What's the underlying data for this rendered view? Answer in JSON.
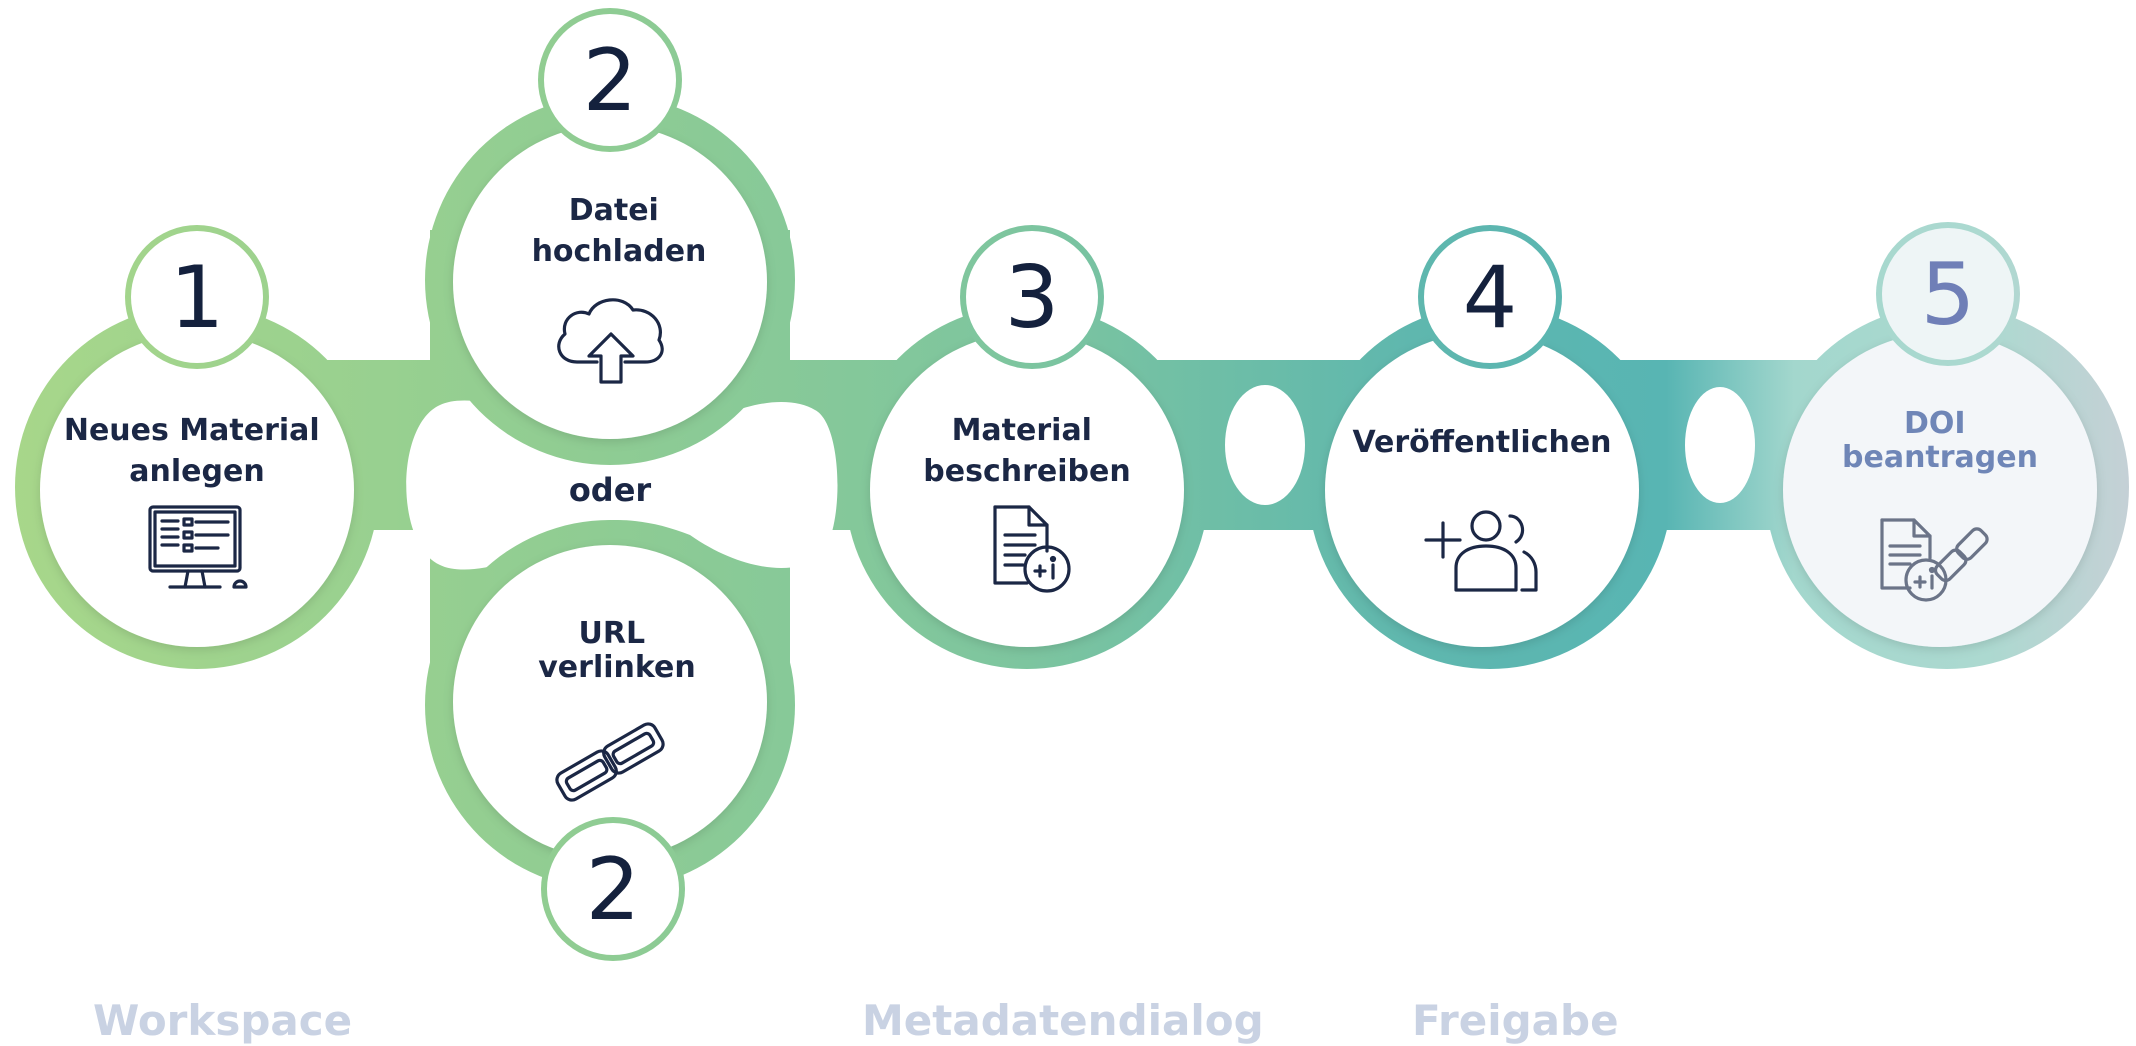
{
  "steps": [
    {
      "id": "s1",
      "number": "1",
      "title": [
        "Neues Material",
        "anlegen"
      ],
      "icon": "computer-screen-icon"
    },
    {
      "id": "s2a",
      "number": "2",
      "title": [
        "Datei",
        "hochladen"
      ],
      "icon": "cloud-upload-icon"
    },
    {
      "id": "s2b",
      "number": "2",
      "title": [
        "URL",
        "verlinken"
      ],
      "icon": "chain-link-icon"
    },
    {
      "id": "s3",
      "number": "3",
      "title": [
        "Material",
        "beschreiben"
      ],
      "icon": "document-info-icon"
    },
    {
      "id": "s4",
      "number": "4",
      "title": [
        "Veröffentlichen"
      ],
      "icon": "add-users-icon"
    },
    {
      "id": "s5",
      "number": "5",
      "title": [
        "DOI",
        "beantragen"
      ],
      "icon": "document-link-icon"
    }
  ],
  "connector": {
    "oder": "oder"
  },
  "phases": [
    "Workspace",
    "Metadatendialog",
    "Freigabe"
  ],
  "colors": {
    "green_light": "#a5d68a",
    "green_mid": "#85c89a",
    "teal": "#56b4b2",
    "teal_pale": "#a5d6cc",
    "grey_blue": "#c3cfd6",
    "text_dark": "#1b2745",
    "text_muted": "#6f86b7",
    "phase_label": "#c9d2e3"
  }
}
